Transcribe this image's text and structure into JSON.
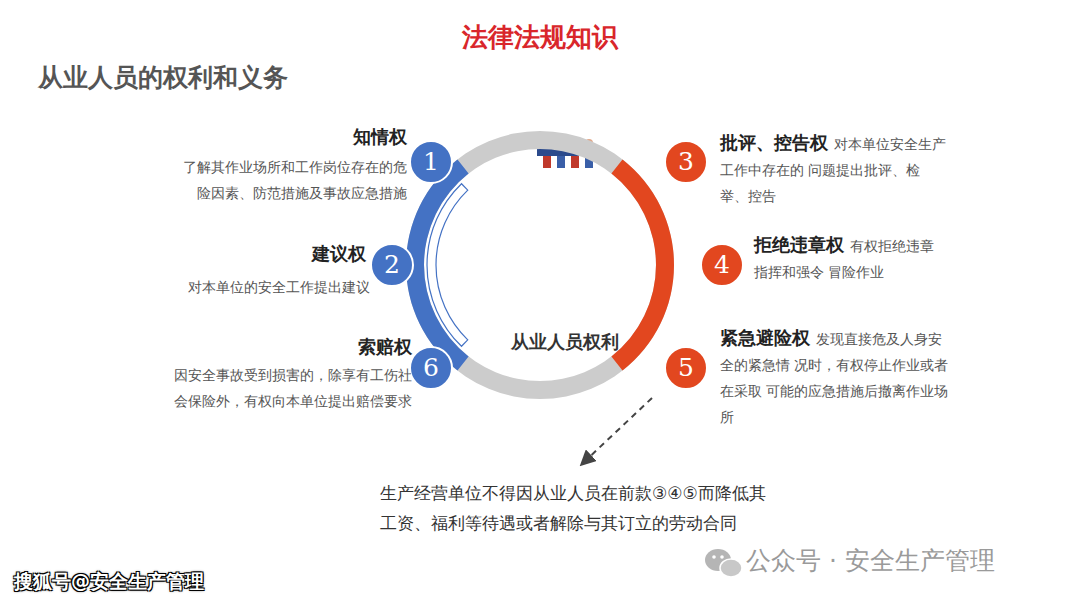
{
  "diagram": {
    "title": "法律法规知识",
    "nodes": [
      {
        "text": [
          "1",
          "知情权",
          "了解其作业场所和工作岗位存在的危险因素、防范措施及事故应急措施"
        ]
      },
      {
        "text": [
          "2",
          "建议权",
          "对本单位的安全工作提出建议"
        ]
      },
      {
        "text": [
          "3",
          "批评、控告权",
          "对本单位安全生产工作中存在的 问题提出批评、检举、控告"
        ]
      },
      {
        "text": [
          "4",
          "拒绝违章权",
          "有权拒绝违章指挥和强令 冒险作业"
        ]
      },
      {
        "text": [
          "5",
          "紧急避险权",
          "发现直接危及人身安全的紧急情 况时，有权停止作业或者在采取 可能的应急措施后撤离作业场所"
        ]
      },
      {
        "text": [
          "6",
          "索赔权",
          "因安全事故受到损害的，除享有工伤社会保险外，有权向本单位提出赔偿要求"
        ]
      },
      {
        "text": [
          "从业人员权利"
        ]
      }
    ],
    "labels": [
      "从业人员的权利和义务",
      "生产经营单位不得因从业人员在前款③④⑤而降低其工资、福利等待遇或者解除与其订立的劳动合同",
      "公众号 · 安全生产管理",
      "搜狐号@安全生产管理"
    ]
  }
}
